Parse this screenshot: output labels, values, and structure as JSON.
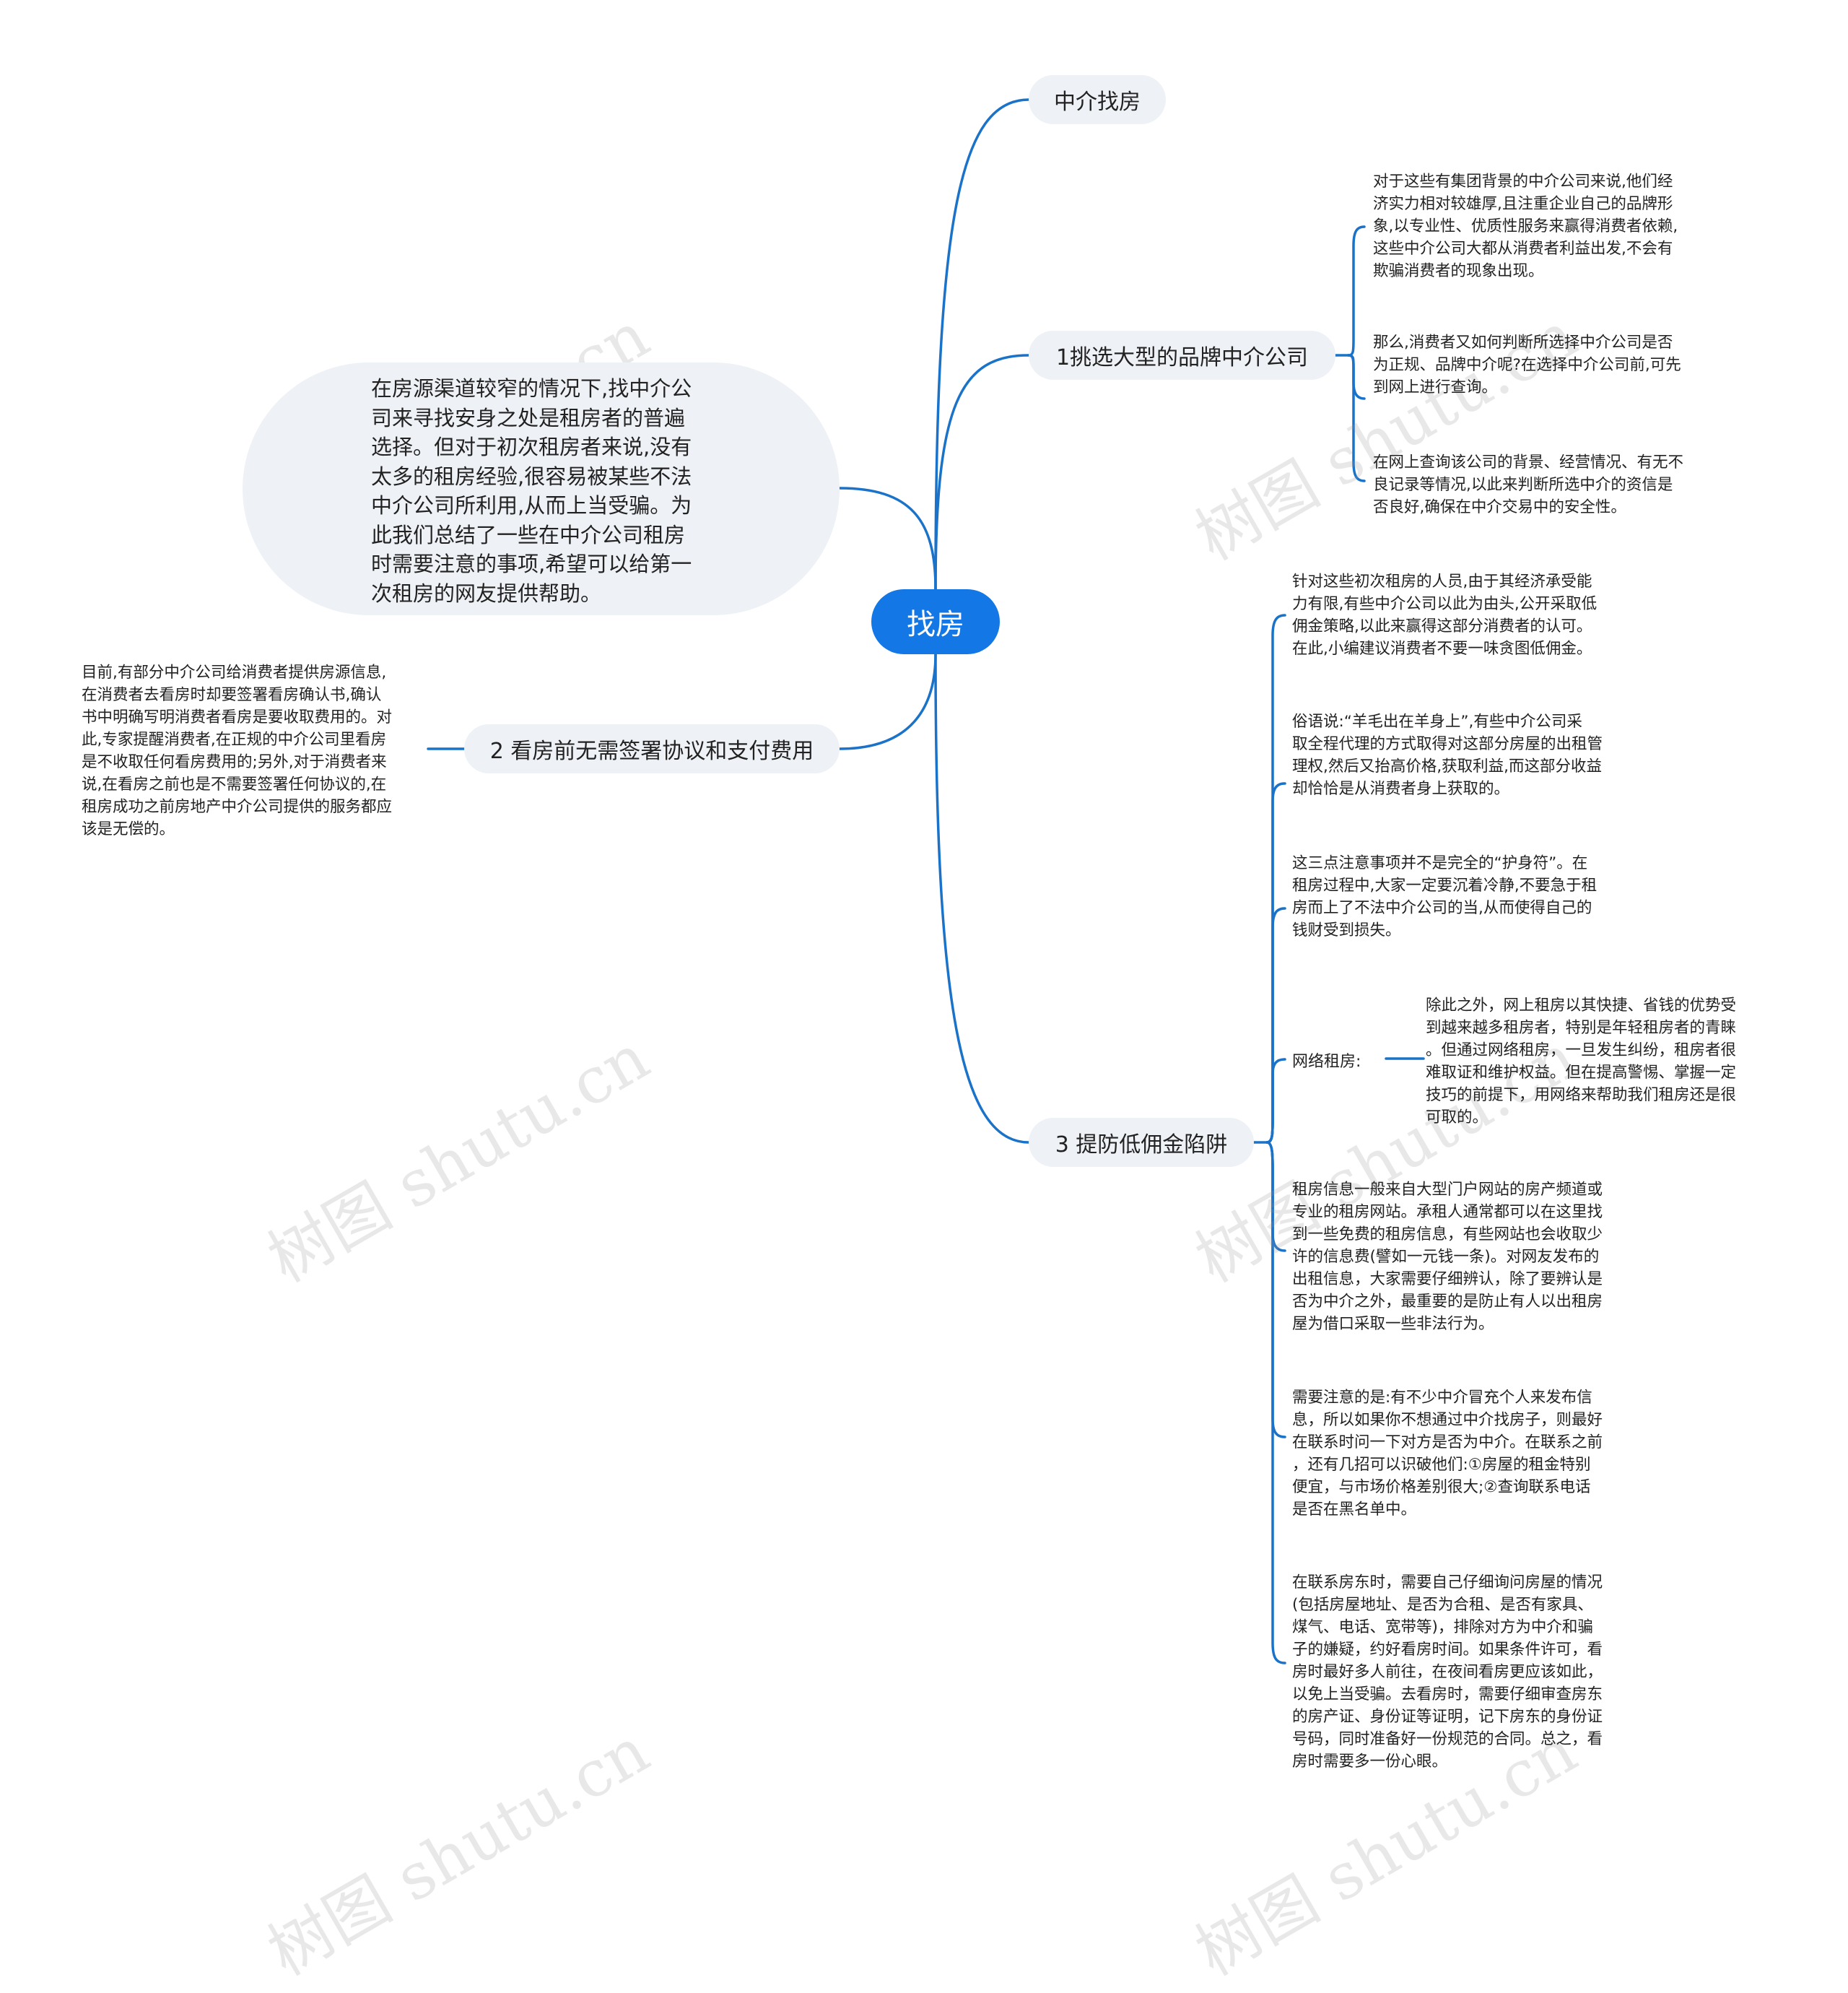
{
  "root": {
    "label": "找房"
  },
  "intro": {
    "lines": [
      "在房源渠道较窄的情况下,找中介公",
      "司来寻找安身之处是租房者的普遍",
      "选择。但对于初次租房者来说,没有",
      "太多的租房经验,很容易被某些不法",
      "中介公司所利用,从而上当受骗。为",
      "此我们总结了一些在中介公司租房",
      "时需要注意的事项,希望可以给第一",
      "次租房的网友提供帮助。"
    ]
  },
  "branches": {
    "zhongjie": {
      "label": "中介找房"
    },
    "pinpai": {
      "label": "1挑选大型的品牌中介公司",
      "notes": [
        [
          "对于这些有集团背景的中介公司来说,他们经",
          "济实力相对较雄厚,且注重企业自己的品牌形",
          "象,以专业性、优质性服务来赢得消费者依赖,",
          "这些中介公司大都从消费者利益出发,不会有",
          "欺骗消费者的现象出现。"
        ],
        [
          "那么,消费者又如何判断所选择中介公司是否",
          "为正规、品牌中介呢?在选择中介公司前,可先",
          "到网上进行查询。"
        ],
        [
          "在网上查询该公司的背景、经营情况、有无不",
          "良记录等情况,以此来判断所选中介的资信是",
          "否良好,确保在中介交易中的安全性。"
        ]
      ]
    },
    "kanfang": {
      "label": "2 看房前无需签署协议和支付费用",
      "notes": [
        [
          "目前,有部分中介公司给消费者提供房源信息,",
          "在消费者去看房时却要签署看房确认书,确认",
          "书中明确写明消费者看房是要收取费用的。对",
          "此,专家提醒消费者,在正规的中介公司里看房",
          "是不收取任何看房费用的;另外,对于消费者来",
          "说,在看房之前也是不需要签署任何协议的,在",
          "租房成功之前房地产中介公司提供的服务都应",
          "该是无偿的。"
        ]
      ]
    },
    "yongjin": {
      "label": "3 提防低佣金陷阱",
      "notes": [
        [
          "针对这些初次租房的人员,由于其经济承受能",
          "力有限,有些中介公司以此为由头,公开采取低",
          "佣金策略,以此来赢得这部分消费者的认可。",
          "在此,小编建议消费者不要一味贪图低佣金。"
        ],
        [
          "俗语说:“羊毛出在羊身上”,有些中介公司采",
          "取全程代理的方式取得对这部分房屋的出租管",
          "理权,然后又抬高价格,获取利益,而这部分收益",
          "却恰恰是从消费者身上获取的。"
        ],
        [
          "这三点注意事项并不是完全的“护身符”。在",
          "租房过程中,大家一定要沉着冷静,不要急于租",
          "房而上了不法中介公司的当,从而使得自己的",
          "钱财受到损失。"
        ],
        [
          "租房信息一般来自大型门户网站的房产频道或",
          "专业的租房网站。承租人通常都可以在这里找",
          "到一些免费的租房信息，有些网站也会收取少",
          "许的信息费(譬如一元钱一条)。对网友发布的",
          "出租信息，大家需要仔细辨认，除了要辨认是",
          "否为中介之外，最重要的是防止有人以出租房",
          "屋为借口采取一些非法行为。"
        ],
        [
          "需要注意的是:有不少中介冒充个人来发布信",
          "息，所以如果你不想通过中介找房子，则最好",
          "在联系时问一下对方是否为中介。在联系之前",
          "，还有几招可以识破他们:①房屋的租金特别",
          "便宜，与市场价格差别很大;②查询联系电话",
          "是否在黑名单中。"
        ],
        [
          "在联系房东时，需要自己仔细询问房屋的情况",
          "(包括房屋地址、是否为合租、是否有家具、",
          "煤气、电话、宽带等)，排除对方为中介和骗",
          "子的嫌疑，约好看房时间。如果条件许可，看",
          "房时最好多人前往，在夜间看房更应该如此，",
          "以免上当受骗。去看房时，需要仔细审查房东",
          "的房产证、身份证等证明，记下房东的身份证",
          "号码，同时准备好一份规范的合同。总之，看",
          "房时需要多一份心眼。"
        ]
      ],
      "wangluo": {
        "label": "网络租房:",
        "note": [
          "除此之外，网上租房以其快捷、省钱的优势受",
          "到越来越多租房者，特别是年轻租房者的青睐",
          "。但通过网络租房，一旦发生纠纷，租房者很",
          "难取证和维护权益。但在提高警惕、掌握一定",
          "技巧的前提下，用网络来帮助我们租房还是很",
          "可取的。"
        ]
      }
    }
  },
  "watermark": "树图 shutu.cn",
  "colors": {
    "accent": "#1377e6",
    "line": "#1a73c9",
    "pill": "#eef1f5"
  }
}
